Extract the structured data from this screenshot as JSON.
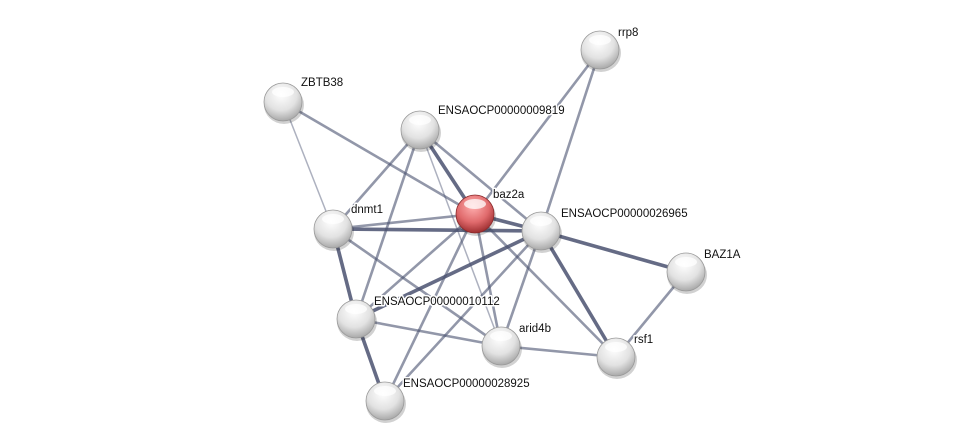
{
  "network": {
    "query_color": "#d9595b",
    "node_color": "#e6e6e6",
    "edge_color": "#4a5170",
    "nodes": [
      {
        "id": "rrp8",
        "label": "rrp8",
        "query": false
      },
      {
        "id": "ZBTB38",
        "label": "ZBTB38",
        "query": false
      },
      {
        "id": "e9819",
        "label": "ENSAOCP00000009819",
        "query": false
      },
      {
        "id": "baz2a",
        "label": "baz2a",
        "query": true
      },
      {
        "id": "dnmt1",
        "label": "dnmt1",
        "query": false
      },
      {
        "id": "e26965",
        "label": "ENSAOCP00000026965",
        "query": false
      },
      {
        "id": "BAZ1A",
        "label": "BAZ1A",
        "query": false
      },
      {
        "id": "e10112",
        "label": "ENSAOCP00000010112",
        "query": false
      },
      {
        "id": "arid4b",
        "label": "arid4b",
        "query": false
      },
      {
        "id": "rsf1",
        "label": "rsf1",
        "query": false
      },
      {
        "id": "e28925",
        "label": "ENSAOCP00000028925",
        "query": false
      }
    ],
    "edges": [
      [
        "ZBTB38",
        "dnmt1",
        "low"
      ],
      [
        "ZBTB38",
        "baz2a",
        "medium"
      ],
      [
        "e9819",
        "baz2a",
        "high"
      ],
      [
        "e9819",
        "e26965",
        "medium"
      ],
      [
        "e9819",
        "dnmt1",
        "medium"
      ],
      [
        "e9819",
        "e10112",
        "medium"
      ],
      [
        "e9819",
        "arid4b",
        "low"
      ],
      [
        "rrp8",
        "baz2a",
        "medium"
      ],
      [
        "rrp8",
        "e26965",
        "medium"
      ],
      [
        "baz2a",
        "e26965",
        "high"
      ],
      [
        "baz2a",
        "dnmt1",
        "medium"
      ],
      [
        "baz2a",
        "e10112",
        "medium"
      ],
      [
        "baz2a",
        "e28925",
        "medium"
      ],
      [
        "baz2a",
        "arid4b",
        "medium"
      ],
      [
        "baz2a",
        "rsf1",
        "medium"
      ],
      [
        "dnmt1",
        "e26965",
        "high"
      ],
      [
        "dnmt1",
        "e10112",
        "high"
      ],
      [
        "dnmt1",
        "arid4b",
        "medium"
      ],
      [
        "e26965",
        "BAZ1A",
        "high"
      ],
      [
        "e26965",
        "rsf1",
        "high"
      ],
      [
        "e26965",
        "arid4b",
        "medium"
      ],
      [
        "e26965",
        "e10112",
        "high"
      ],
      [
        "e26965",
        "e28925",
        "medium"
      ],
      [
        "e10112",
        "e28925",
        "high"
      ],
      [
        "e10112",
        "arid4b",
        "medium"
      ],
      [
        "arid4b",
        "rsf1",
        "medium"
      ],
      [
        "BAZ1A",
        "rsf1",
        "medium"
      ]
    ]
  }
}
